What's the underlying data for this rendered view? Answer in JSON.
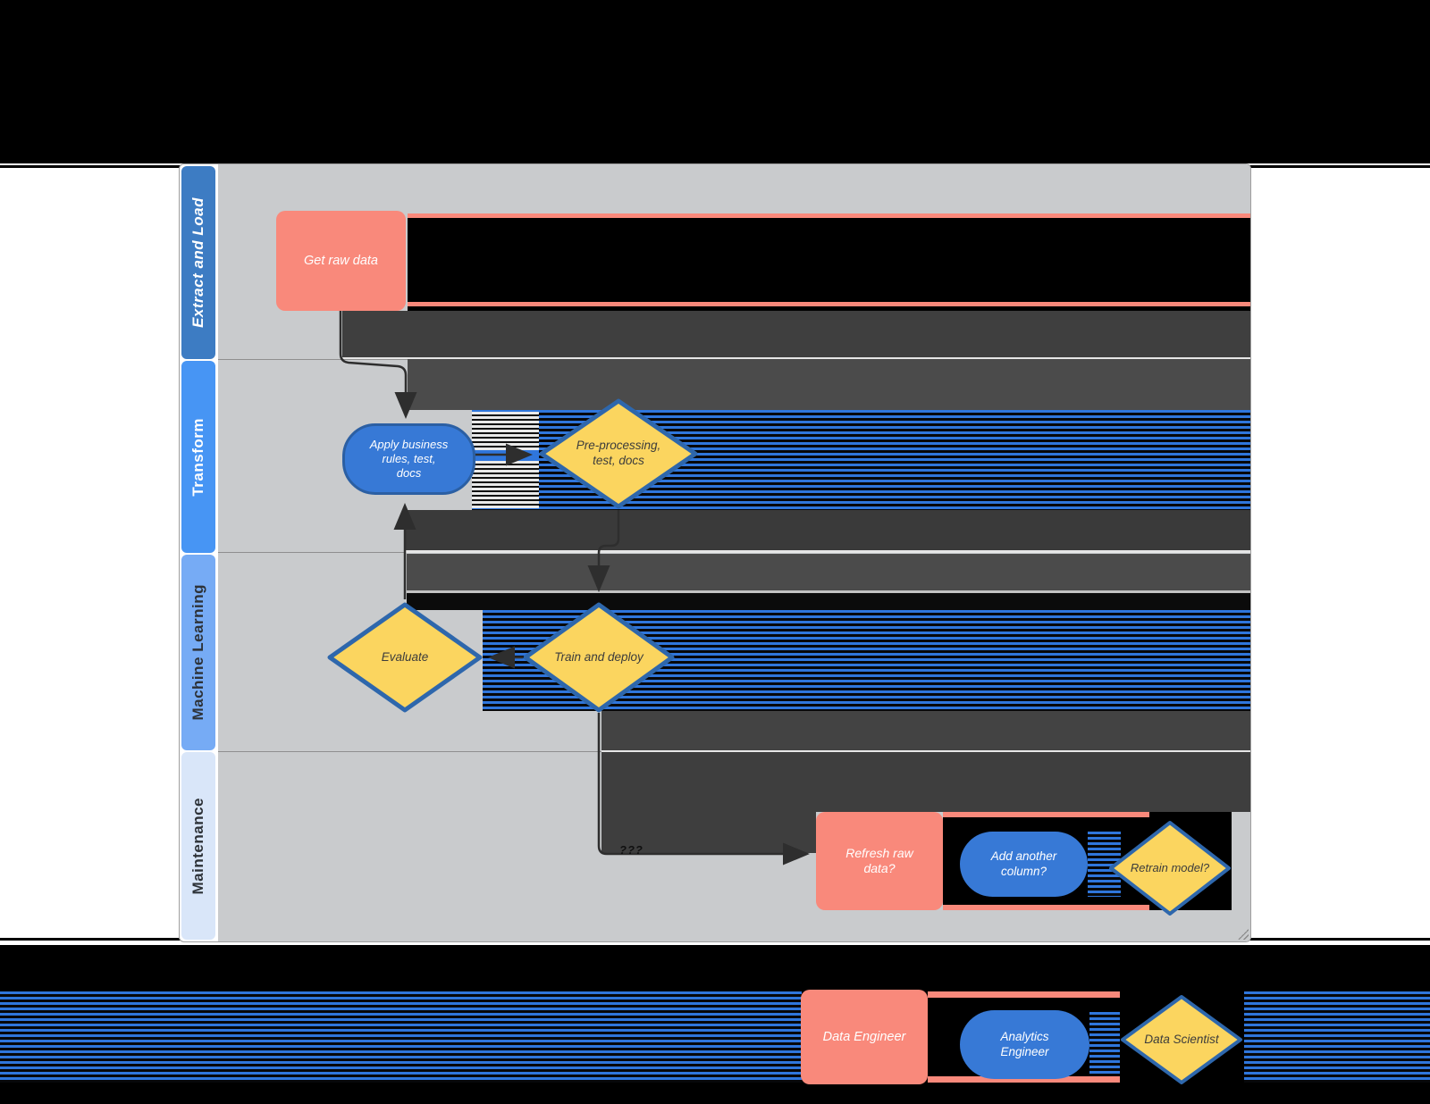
{
  "diagram": {
    "lanes": [
      {
        "label": "Extract and Load"
      },
      {
        "label": "Transform"
      },
      {
        "label": "Machine Learning"
      },
      {
        "label": "Maintenance"
      }
    ],
    "nodes": {
      "get_raw_data": {
        "label": "Get raw data"
      },
      "apply_rules": {
        "label": "Apply business\nrules, test,\ndocs"
      },
      "preprocessing": {
        "label": "Pre-processing,\ntest, docs"
      },
      "evaluate": {
        "label": "Evaluate"
      },
      "train_deploy": {
        "label": "Train and deploy"
      },
      "refresh_raw": {
        "label": "Refresh raw\ndata?"
      },
      "add_column": {
        "label": "Add another\ncolumn?"
      },
      "retrain_model": {
        "label": "Retrain model?"
      }
    },
    "annotation": {
      "question_marks": "???"
    }
  },
  "legend": {
    "data_engineer": {
      "label": "Data Engineer"
    },
    "analytics_engineer": {
      "label": "Analytics\nEngineer"
    },
    "data_scientist": {
      "label": "Data Scientist"
    }
  },
  "colors": {
    "salmon": "#f9897b",
    "yellow": "#fbd55f",
    "diamond_border": "#2e67ac",
    "stadium_blue": "#3779d6",
    "stadium_border": "#2b5fa3",
    "lane_extract": "#3d7cc3",
    "lane_transform": "#4795f4",
    "lane_ml": "#76abf5",
    "lane_maintenance": "#d9e6f9",
    "canvas_gray": "#c9cbcd",
    "stripe_blue": "#2f76dc"
  }
}
